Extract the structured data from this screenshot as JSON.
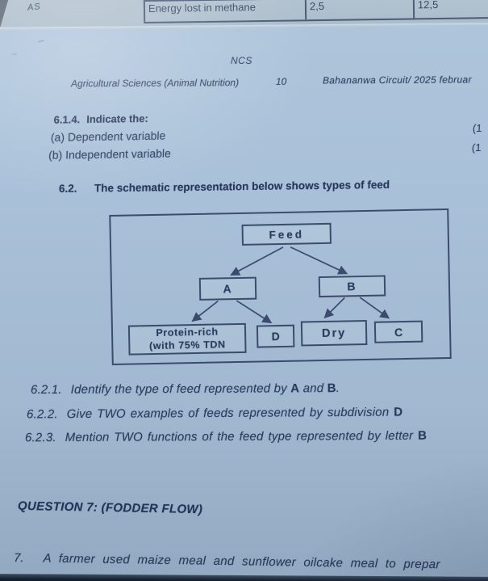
{
  "colors": {
    "paper": "#a9c1d9",
    "ink": "#2d3e60",
    "line": "#3d4d6e"
  },
  "annotations": {
    "handwritten_mark": "AS"
  },
  "prev_table": {
    "col1": "Energy lost in methane",
    "col2": "2,5",
    "col3": "12,5"
  },
  "header": {
    "ncs": "NCS",
    "subject": "Agricultural Sciences (Animal Nutrition)",
    "page_number": "10",
    "circuit": "Bahananwa Circuit/ 2025 februar"
  },
  "q614": {
    "number": "6.1.4.",
    "title": "Indicate the:",
    "a_label": "(a) Dependent variable",
    "a_marks": "(1",
    "b_label": "(b) Independent variable",
    "b_marks": "(1"
  },
  "q62": {
    "number": "6.2.",
    "title": "The schematic representation below shows types of feed"
  },
  "diagram": {
    "feed": "Feed",
    "a": "A",
    "b": "B",
    "protein_line1": "Protein-rich",
    "protein_line2": "(with 75% TDN",
    "d": "D",
    "dry": "Dry",
    "c": "C"
  },
  "questions": [
    {
      "num": "6.2.1.",
      "parts": [
        {
          "t": "Identify the type of feed represented by "
        },
        {
          "t": "A",
          "b": true
        },
        {
          "t": " and "
        },
        {
          "t": "B",
          "b": true
        },
        {
          "t": "."
        }
      ]
    },
    {
      "num": "6.2.2.",
      "parts": [
        {
          "t": "Give TWO examples of feeds represented by subdivision "
        },
        {
          "t": "D",
          "b": true
        }
      ]
    },
    {
      "num": "6.2.3.",
      "parts": [
        {
          "t": "Mention TWO functions of the feed type represented by letter "
        },
        {
          "t": "B",
          "b": true
        }
      ]
    }
  ],
  "q7": {
    "heading": "QUESTION 7: (FODDER FLOW)",
    "number": "7.",
    "text": "A farmer used maize meal and sunflower oilcake meal to prepar"
  }
}
